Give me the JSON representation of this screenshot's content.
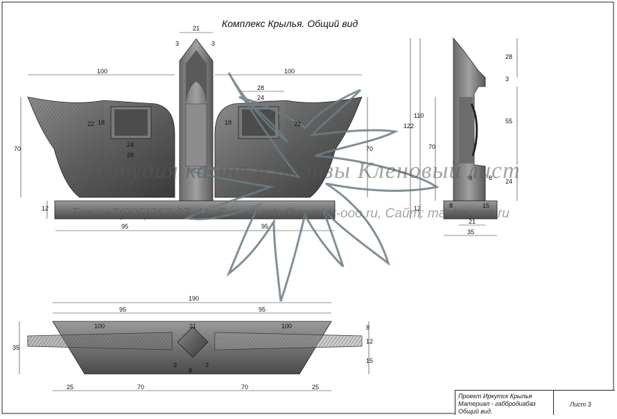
{
  "sheet": {
    "title": "Комплекс Крылья. Общий вид",
    "watermark_line1": "Студия камня и бронзы Кленовый лист",
    "watermark_line2": "Тел.: +7(906)767-27-41, E-mail: info@master-ooo.ru, Сайт: master-ooo.ru",
    "stamp": {
      "line1": "Проект Иркутск Крылья",
      "line2": "Материал - габбродиабаз",
      "line3": "Общий вид.",
      "sheet_no": "Лист 3"
    }
  },
  "front_view": {
    "dims": [
      "21",
      "3",
      "3",
      "100",
      "100",
      "28",
      "24",
      "22",
      "18",
      "24",
      "28",
      "18",
      "22",
      "70",
      "70",
      "12",
      "95",
      "95",
      "122",
      "110"
    ]
  },
  "side_view": {
    "dims": [
      "28",
      "3",
      "70",
      "55",
      "8",
      "8",
      "24",
      "12",
      "8",
      "15",
      "21",
      "35"
    ]
  },
  "top_view": {
    "dims": [
      "190",
      "95",
      "95",
      "100",
      "21",
      "100",
      "8",
      "12",
      "15",
      "35",
      "3",
      "8",
      "3",
      "25",
      "70",
      "70",
      "25"
    ]
  }
}
